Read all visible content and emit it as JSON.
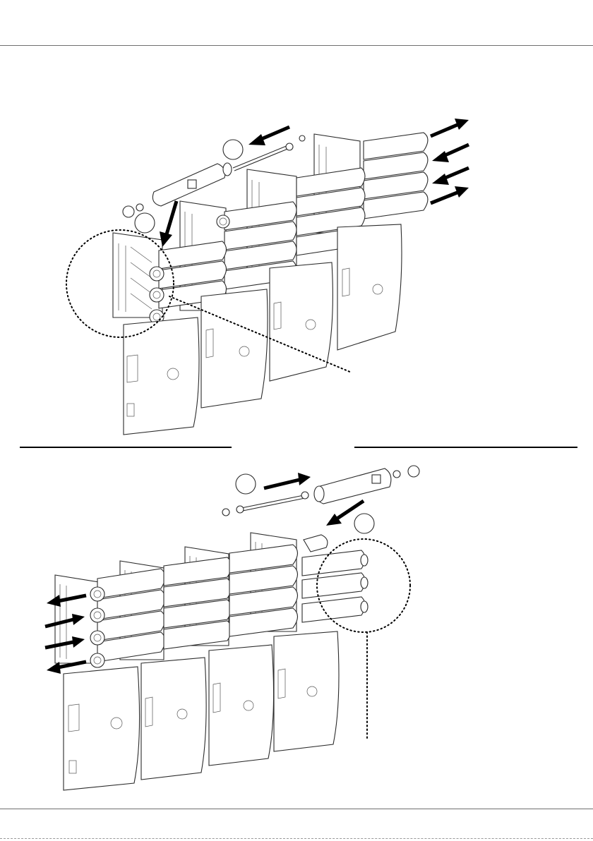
{
  "page": {
    "width": 840,
    "height": 1192
  },
  "figures": [
    {
      "id": "upper-assembly",
      "icon": "filter-rail-assembly-icon"
    },
    {
      "id": "lower-assembly",
      "icon": "filter-rail-assembly-icon"
    }
  ],
  "colors": {
    "line": "#2b2b2b",
    "rule": "#6f6f6f",
    "arrow": "#000000"
  }
}
